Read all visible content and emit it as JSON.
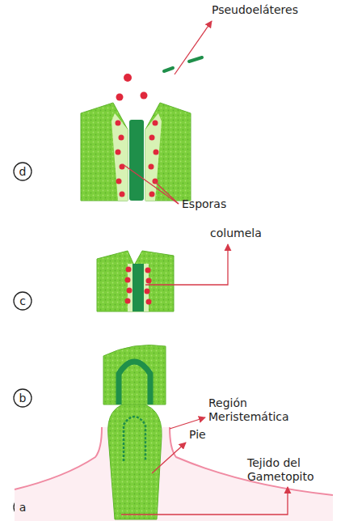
{
  "diagram": {
    "labels": [
      "Pseudoeláteres",
      "d",
      "Esporas",
      "c",
      "columela",
      "b",
      "Región Meristemática",
      "Pie",
      "a",
      "Tejido del Gametopito"
    ]
  }
}
